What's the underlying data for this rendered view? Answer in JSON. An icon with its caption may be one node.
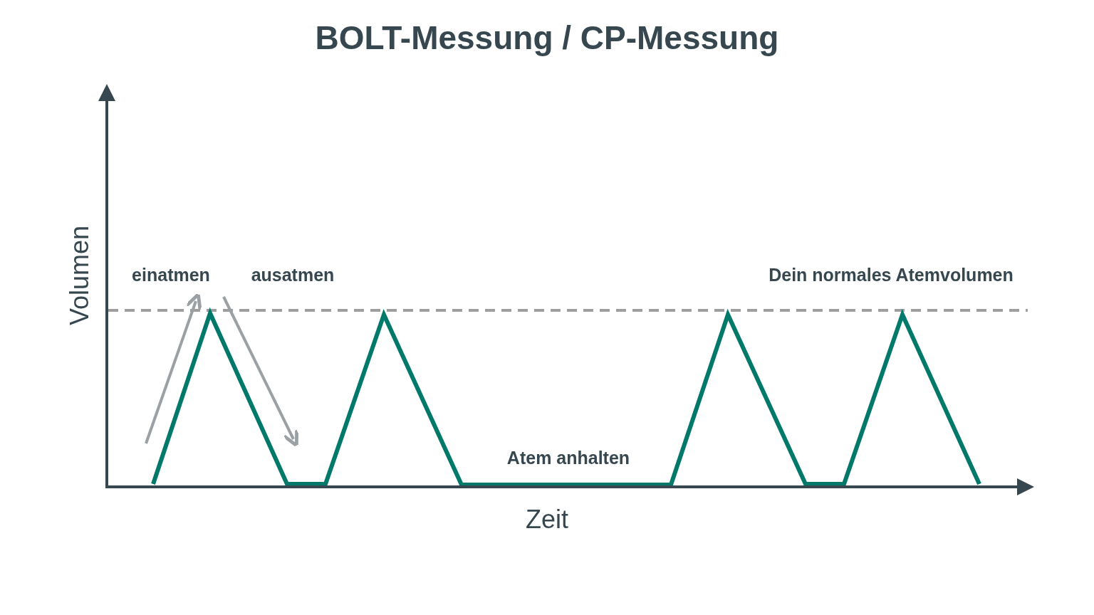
{
  "diagram": {
    "title": "BOLT-Messung / CP-Messung",
    "labels": [
      "einatmen",
      "ausatmen",
      "Dein normales Atemvolumen",
      "Atem anhalten",
      "Volumen",
      "Zeit"
    ]
  }
}
